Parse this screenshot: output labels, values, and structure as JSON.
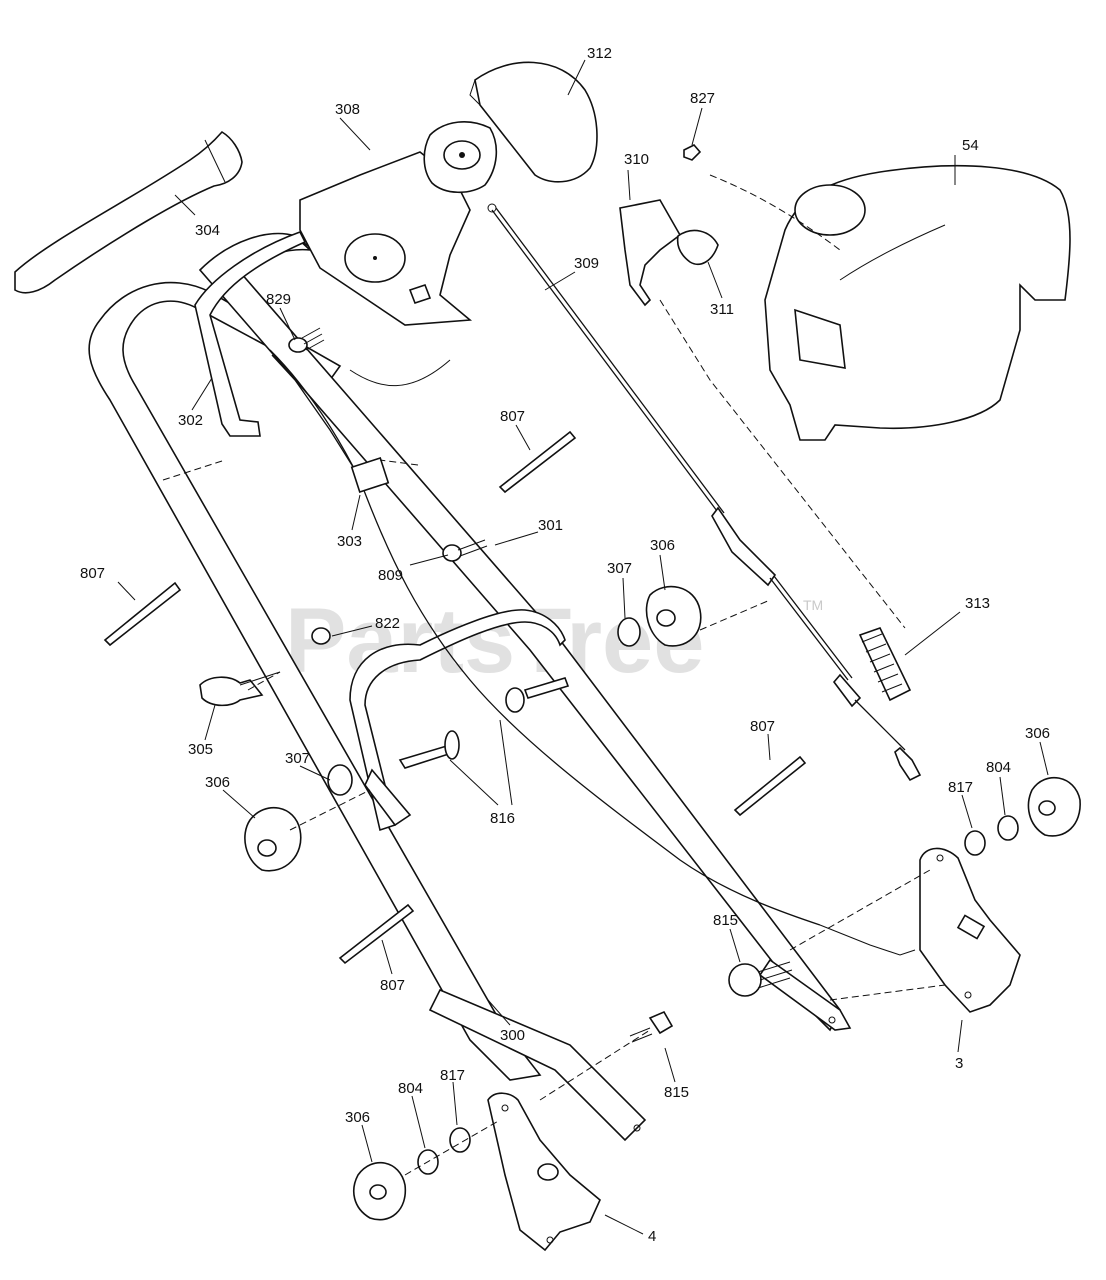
{
  "watermark": {
    "brand": "PartsTree",
    "trademark": "TM"
  },
  "callouts": [
    {
      "id": "c312",
      "text": "312"
    },
    {
      "id": "c827",
      "text": "827"
    },
    {
      "id": "c308",
      "text": "308"
    },
    {
      "id": "c310",
      "text": "310"
    },
    {
      "id": "c54",
      "text": "54"
    },
    {
      "id": "c304",
      "text": "304"
    },
    {
      "id": "c309",
      "text": "309"
    },
    {
      "id": "c311",
      "text": "311"
    },
    {
      "id": "c829",
      "text": "829"
    },
    {
      "id": "c302",
      "text": "302"
    },
    {
      "id": "c807a",
      "text": "807"
    },
    {
      "id": "c301",
      "text": "301"
    },
    {
      "id": "c303",
      "text": "303"
    },
    {
      "id": "c306a",
      "text": "306"
    },
    {
      "id": "c809",
      "text": "809"
    },
    {
      "id": "c307a",
      "text": "307"
    },
    {
      "id": "c807b",
      "text": "807"
    },
    {
      "id": "c313",
      "text": "313"
    },
    {
      "id": "c822",
      "text": "822"
    },
    {
      "id": "c305",
      "text": "305"
    },
    {
      "id": "c807c",
      "text": "807"
    },
    {
      "id": "c306b",
      "text": "306"
    },
    {
      "id": "c307b",
      "text": "307"
    },
    {
      "id": "c306c",
      "text": "306"
    },
    {
      "id": "c817a",
      "text": "817"
    },
    {
      "id": "c804a",
      "text": "804"
    },
    {
      "id": "c816",
      "text": "816"
    },
    {
      "id": "c815a",
      "text": "815"
    },
    {
      "id": "c807d",
      "text": "807"
    },
    {
      "id": "c300",
      "text": "300"
    },
    {
      "id": "c3",
      "text": "3"
    },
    {
      "id": "c815b",
      "text": "815"
    },
    {
      "id": "c804b",
      "text": "804"
    },
    {
      "id": "c817b",
      "text": "817"
    },
    {
      "id": "c306d",
      "text": "306"
    },
    {
      "id": "c4",
      "text": "4"
    }
  ]
}
